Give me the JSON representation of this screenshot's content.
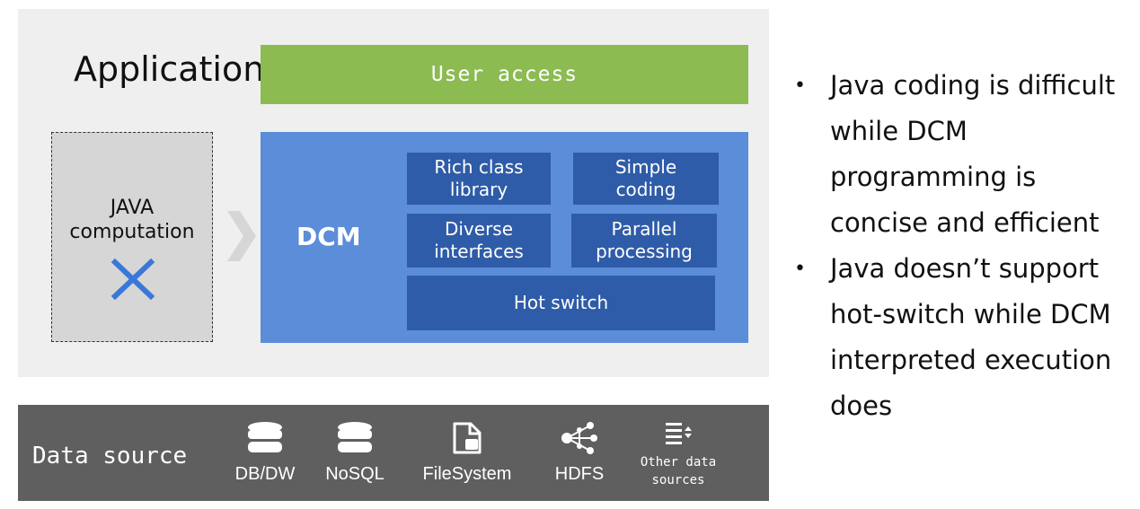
{
  "diagram": {
    "application_label": "Application",
    "user_access": "User access",
    "java": {
      "title_line1": "JAVA",
      "title_line2": "computation",
      "cross_color": "#3a78d8"
    },
    "dcm": {
      "label": "DCM",
      "features": [
        {
          "line1": "Rich class",
          "line2": "library"
        },
        {
          "line1": "Simple",
          "line2": "coding"
        },
        {
          "line1": "Diverse",
          "line2": "interfaces"
        },
        {
          "line1": "Parallel",
          "line2": "processing"
        },
        {
          "line1": "Hot switch"
        }
      ]
    },
    "data_source": {
      "label": "Data source",
      "sources": [
        {
          "label": "DB/DW",
          "icon": "database-icon"
        },
        {
          "label": "NoSQL",
          "icon": "database-icon"
        },
        {
          "label": "FileSystem",
          "icon": "file-icon"
        },
        {
          "label": "HDFS",
          "icon": "hdfs-network-icon"
        },
        {
          "label_line1": "Other data",
          "label_line2": "sources",
          "icon": "list-sort-icon"
        }
      ]
    },
    "colors": {
      "user_access": "#8cbb52",
      "dcm": "#5b8dd9",
      "feature": "#2f5ca8",
      "data_bar": "#5f5f5f"
    }
  },
  "bullets": [
    {
      "line1": "Java coding is difficult",
      "line2": "while DCM",
      "line3": "programming is",
      "line4": "concise and efficient"
    },
    {
      "line1": "Java doesn’t support",
      "line2": "hot-switch while DCM",
      "line3": "interpreted execution",
      "line4": "does"
    }
  ]
}
